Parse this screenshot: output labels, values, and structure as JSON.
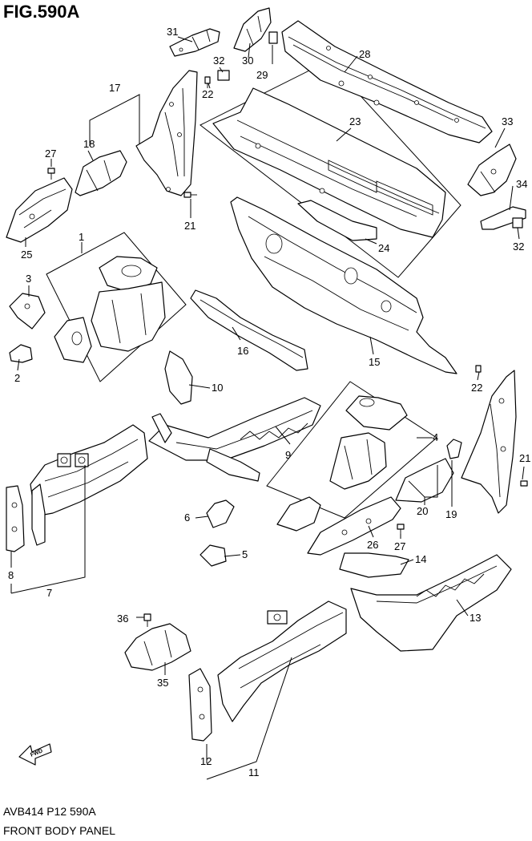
{
  "figure": {
    "title": "FIG.590A",
    "code": "AVB414 P12 590A",
    "caption": "FRONT BODY PANEL",
    "fwd_label": "FWD"
  },
  "callouts": [
    {
      "id": "c31",
      "text": "31"
    },
    {
      "id": "c32a",
      "text": "32"
    },
    {
      "id": "c30",
      "text": "30"
    },
    {
      "id": "c29",
      "text": "29"
    },
    {
      "id": "c28",
      "text": "28"
    },
    {
      "id": "c22a",
      "text": "22"
    },
    {
      "id": "c17",
      "text": "17"
    },
    {
      "id": "c18",
      "text": "18"
    },
    {
      "id": "c27a",
      "text": "27"
    },
    {
      "id": "c23",
      "text": "23"
    },
    {
      "id": "c33",
      "text": "33"
    },
    {
      "id": "c34",
      "text": "34"
    },
    {
      "id": "c32b",
      "text": "32"
    },
    {
      "id": "c21a",
      "text": "21"
    },
    {
      "id": "c25",
      "text": "25"
    },
    {
      "id": "c24",
      "text": "24"
    },
    {
      "id": "c1",
      "text": "1"
    },
    {
      "id": "c3",
      "text": "3"
    },
    {
      "id": "c2",
      "text": "2"
    },
    {
      "id": "c16",
      "text": "16"
    },
    {
      "id": "c15",
      "text": "15"
    },
    {
      "id": "c10",
      "text": "10"
    },
    {
      "id": "c22b",
      "text": "22"
    },
    {
      "id": "c4",
      "text": "4"
    },
    {
      "id": "c9",
      "text": "9"
    },
    {
      "id": "c21b",
      "text": "21"
    },
    {
      "id": "c6",
      "text": "6"
    },
    {
      "id": "c20",
      "text": "20"
    },
    {
      "id": "c19",
      "text": "19"
    },
    {
      "id": "c26",
      "text": "26"
    },
    {
      "id": "c27b",
      "text": "27"
    },
    {
      "id": "c5",
      "text": "5"
    },
    {
      "id": "c14",
      "text": "14"
    },
    {
      "id": "c8",
      "text": "8"
    },
    {
      "id": "c7",
      "text": "7"
    },
    {
      "id": "c36",
      "text": "36"
    },
    {
      "id": "c13",
      "text": "13"
    },
    {
      "id": "c35",
      "text": "35"
    },
    {
      "id": "c12",
      "text": "12"
    },
    {
      "id": "c11",
      "text": "11"
    }
  ]
}
